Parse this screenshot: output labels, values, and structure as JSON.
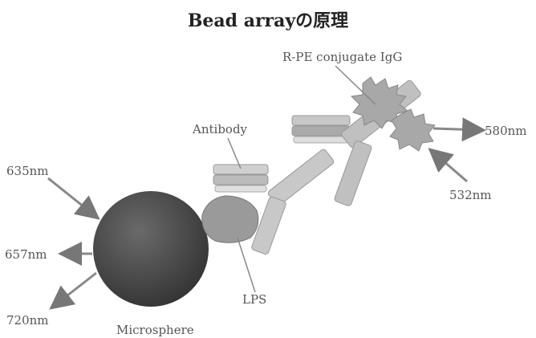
{
  "title": "Bead arrayの原理",
  "labels": {
    "conjugate": "R-PE conjugate IgG",
    "antibody": "Antibody",
    "lps": "LPS",
    "microsphere": "Microsphere",
    "wl_635": "635nm",
    "wl_657": "657nm",
    "wl_720": "720nm",
    "wl_580": "580nm",
    "wl_532": "532nm"
  }
}
